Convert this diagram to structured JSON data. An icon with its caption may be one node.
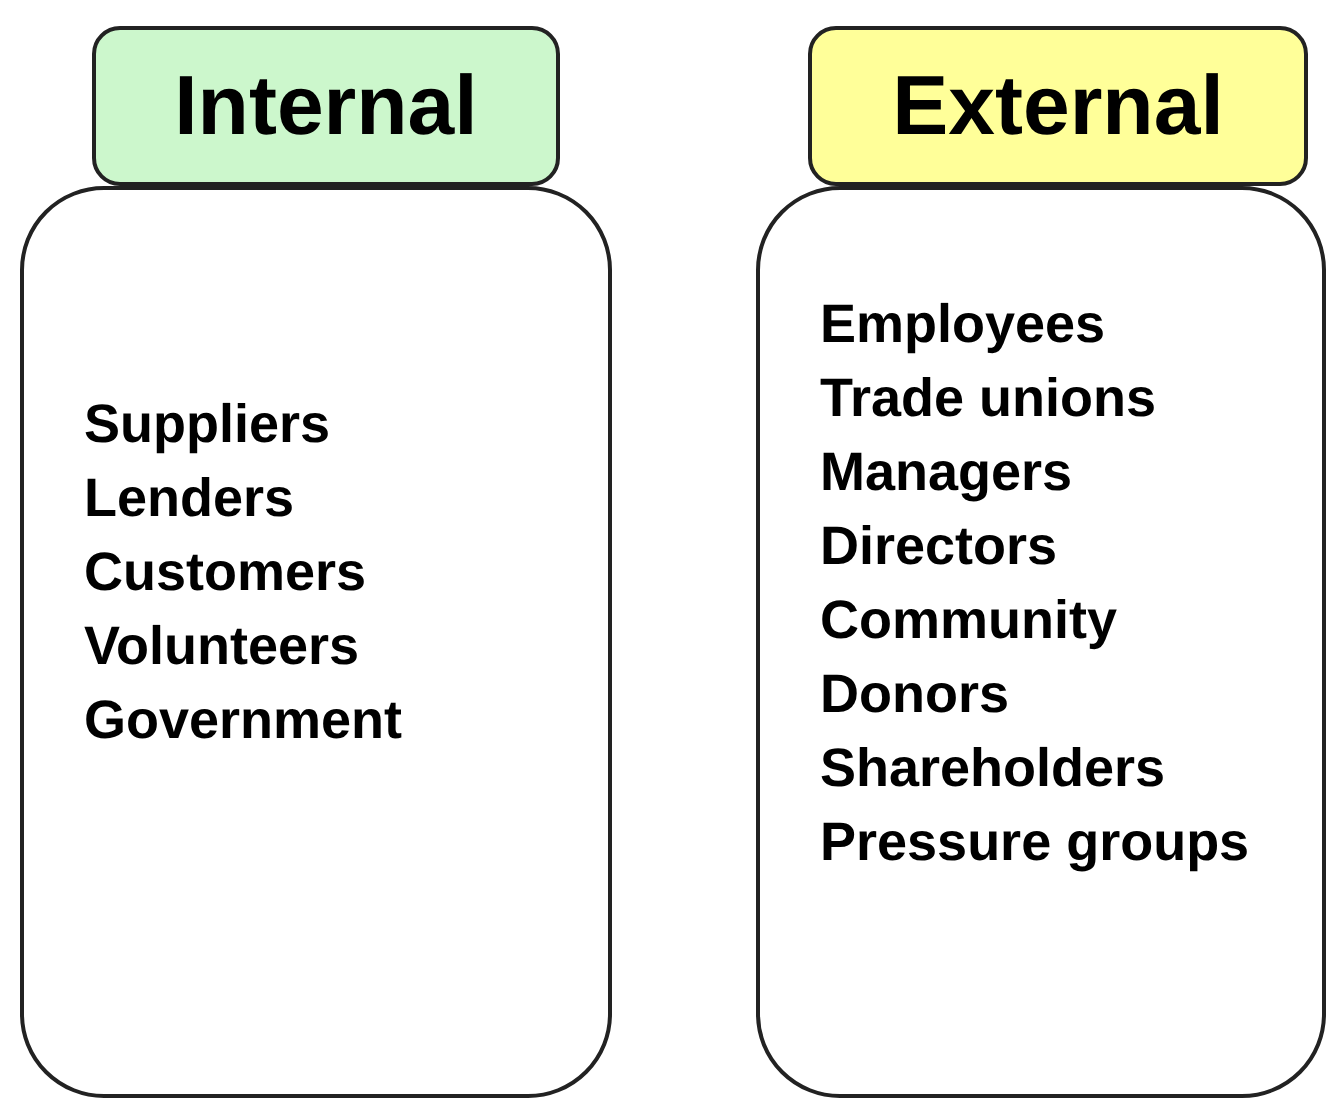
{
  "diagram": {
    "nodes": [
      {
        "text": [
          "Internal"
        ]
      },
      {
        "text": [
          "Suppliers",
          "Lenders",
          "Customers",
          "Volunteers",
          "Government"
        ]
      },
      {
        "text": [
          "External"
        ]
      },
      {
        "text": [
          "Employees",
          "Trade unions",
          "Managers",
          "Directors",
          "Community",
          "Donors",
          "Shareholders",
          "Pressure groups"
        ]
      }
    ]
  }
}
